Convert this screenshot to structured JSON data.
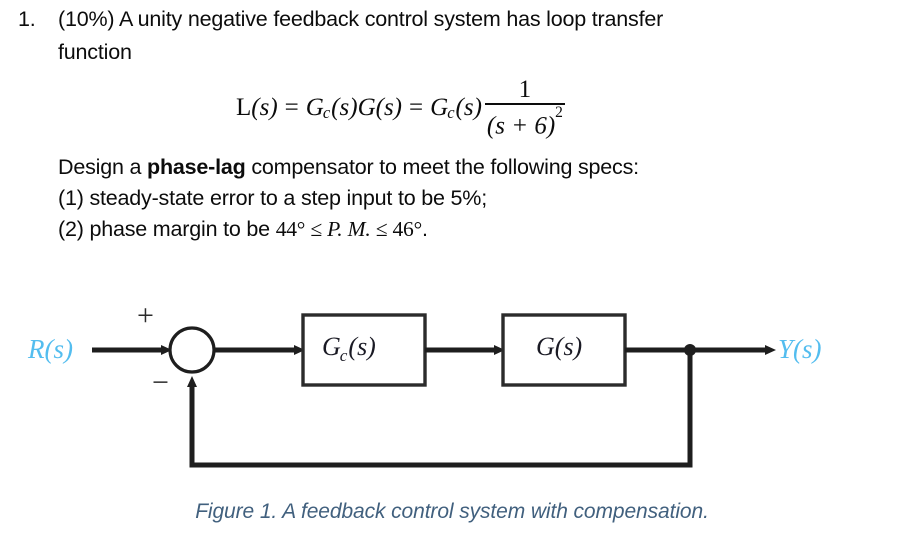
{
  "problem": {
    "number": "1.",
    "line1": "(10%) A unity negative feedback control system has loop transfer",
    "line2": "function",
    "design_prefix": "Design a ",
    "design_bold": "phase-lag",
    "design_suffix": " compensator to meet the following specs:",
    "spec1": "(1) steady-state error to a step input to be 5%;",
    "spec2_prefix": "(2) phase margin to be  ",
    "spec2_math_a": "44°",
    "spec2_math_le1": " ≤ ",
    "spec2_math_pm": "P. M.",
    "spec2_math_le2": " ≤ ",
    "spec2_math_b": "46°",
    "spec2_suffix": "."
  },
  "equation": {
    "lhs": "L",
    "lhs_args": "(s)",
    "eq1": "=",
    "gc": "G",
    "gc_sub": "c",
    "gc_args": "(s)",
    "g": "G",
    "g_args": "(s)",
    "eq2": "=",
    "gc2": "G",
    "gc2_sub": "c",
    "gc2_args": "(s)",
    "numerator": "1",
    "denominator": "(s + 6)",
    "denominator_exp": "2",
    "plain": "L(s) = G_c(s)G(s) = G_c(s) · 1/(s + 6)^2"
  },
  "diagram": {
    "input_label": "R(s)",
    "output_label": "Y(s)",
    "plus_sign": "+",
    "minus_sign": "−",
    "block1_label": "G",
    "block1_sub": "c",
    "block1_args": "(s)",
    "block2_label": "G",
    "block2_args": "(s)",
    "colors": {
      "io_label": "#53bdef",
      "line": "#1e1e1e",
      "block_border": "#2b2b2b",
      "block_fill": "#ffffff",
      "caption": "#41607e"
    }
  },
  "caption": {
    "text": "Figure 1. A feedback control system with compensation."
  }
}
